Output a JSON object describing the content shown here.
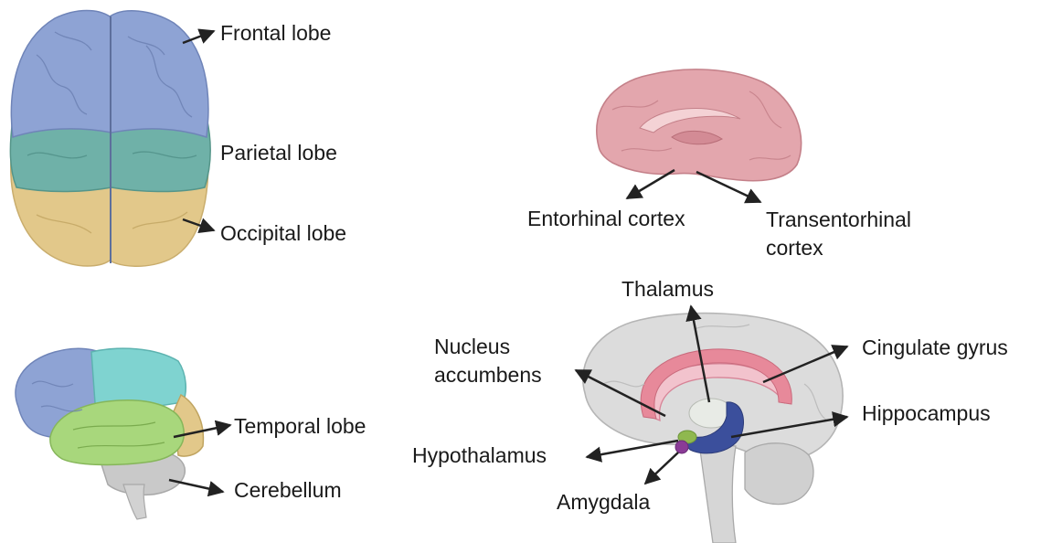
{
  "labels": {
    "frontal_lobe": "Frontal lobe",
    "parietal_lobe": "Parietal lobe",
    "occipital_lobe": "Occipital lobe",
    "temporal_lobe": "Temporal lobe",
    "cerebellum": "Cerebellum",
    "entorhinal_cortex": "Entorhinal cortex",
    "transentorhinal_line1": "Transentorhinal",
    "transentorhinal_line2": "cortex",
    "thalamus": "Thalamus",
    "nucleus_line1": "Nucleus",
    "nucleus_line2": "accumbens",
    "cingulate_gyrus": "Cingulate gyrus",
    "hippocampus": "Hippocampus",
    "hypothalamus": "Hypothalamus",
    "amygdala": "Amygdala"
  },
  "colors": {
    "frontal": "#8ea3d4",
    "parietal": "#6fb1a8",
    "occipital": "#e2c88a",
    "temporal": "#a8d77c",
    "lateral_parietal": "#7fd3d0",
    "cerebellum": "#c9c9c9",
    "medial_pink": "#e3a6ad",
    "brain_gray": "#dcdcdc",
    "cingulate": "#e7899a",
    "hippocampus": "#3b4f9c",
    "thalamus": "#e8ebe6",
    "hypothalamus": "#8fb84f",
    "amygdala": "#8a3b96",
    "arrow": "#222222"
  }
}
